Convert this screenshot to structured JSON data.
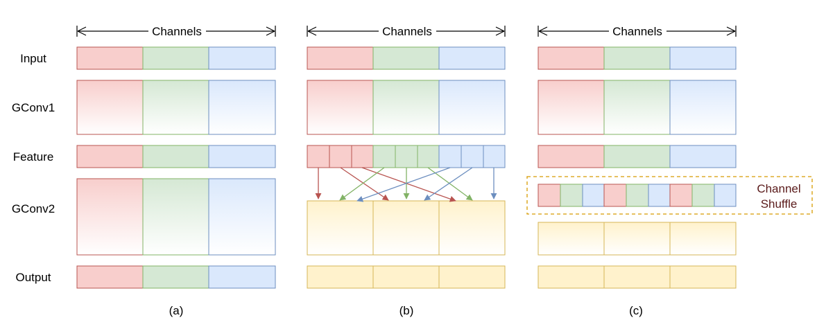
{
  "rows": {
    "input": "Input",
    "gconv1": "GConv1",
    "feature": "Feature",
    "gconv2": "GConv2",
    "output": "Output"
  },
  "channels_label": "Channels",
  "panels": {
    "a": "(a)",
    "b": "(b)",
    "c": "(c)"
  },
  "shuffle": {
    "line1": "Channel",
    "line2": "Shuffle"
  },
  "colors": {
    "red_fill": "#f8cecc",
    "red_stroke": "#b85450",
    "green_fill": "#d5e8d4",
    "green_stroke": "#82b366",
    "blue_fill": "#dae8fc",
    "blue_stroke": "#6c8ebf",
    "yellow_fill": "#fff2cc",
    "yellow_stroke": "#d6b656",
    "shuffle_border": "#d79b00"
  }
}
